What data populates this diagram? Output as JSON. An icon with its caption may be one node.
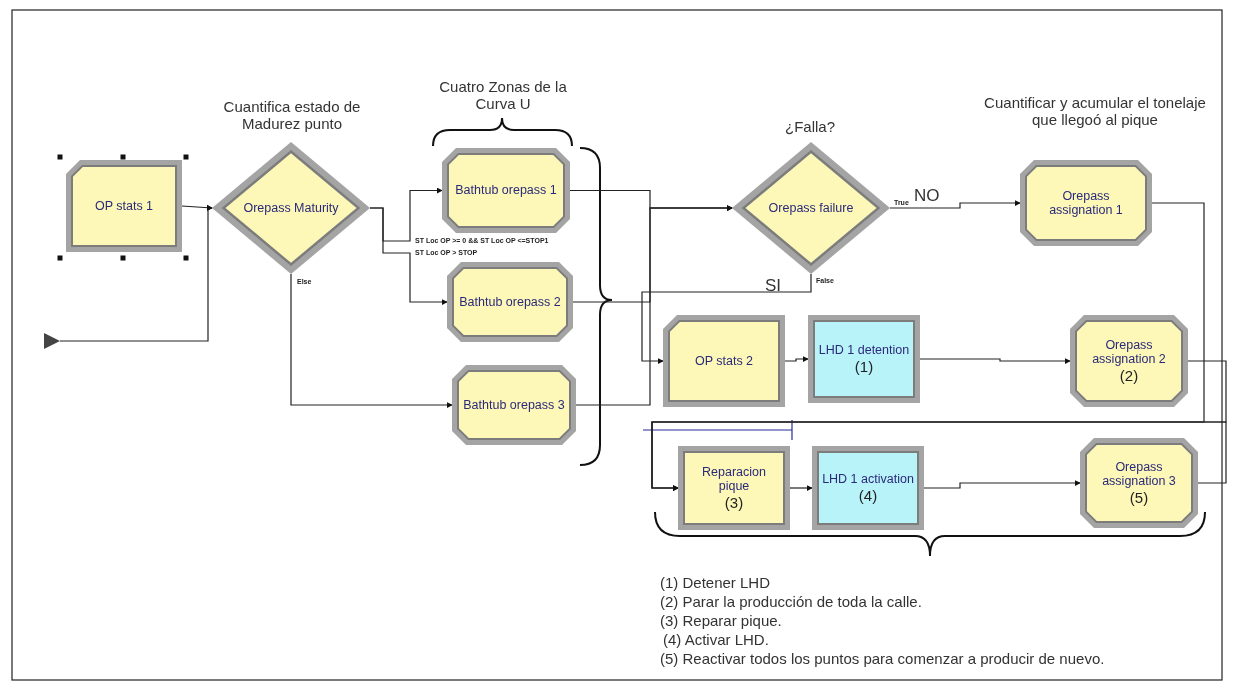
{
  "diagram": {
    "nodes": [
      {
        "text": [
          "OP stats 1"
        ]
      },
      {
        "text": [
          "Orepass Maturity"
        ],
        "beside": [
          "Cuantifica estado de Madurez punto"
        ]
      },
      {
        "text": [
          "Bathtub orepass 1"
        ]
      },
      {
        "text": [
          "Bathtub orepass 2"
        ]
      },
      {
        "text": [
          "Bathtub orepass 3"
        ]
      },
      {
        "text": [
          "Orepass failure"
        ],
        "beside": [
          "¿Falla?"
        ]
      },
      {
        "text": [
          "Orepass assignation 1"
        ],
        "beside": [
          "Cuantificar y acumular el tonelaje que llegoó al pique"
        ]
      },
      {
        "text": [
          "OP stats 2"
        ]
      },
      {
        "text": [
          "LHD 1 detention",
          "(1)"
        ]
      },
      {
        "text": [
          "Orepass assignation 2",
          "(2)"
        ]
      },
      {
        "text": [
          "Reparacion pique",
          "(3)"
        ]
      },
      {
        "text": [
          "LHD 1 activation",
          "(4)"
        ]
      },
      {
        "text": [
          "Orepass assignation 3",
          "(5)"
        ]
      },
      {
        "text": [],
        "shape": "triangle"
      }
    ],
    "edges": [
      {
        "from": 0,
        "to": 1,
        "arrow": "to"
      },
      {
        "from": 13,
        "to": 1,
        "arrow": "to"
      },
      {
        "from": 1,
        "to": 2,
        "arrow": "to",
        "label": "ST Loc OP >= 0 && ST Loc OP <=STOP1"
      },
      {
        "from": 1,
        "to": 3,
        "arrow": "to",
        "label": "ST Loc OP > STOP"
      },
      {
        "from": 1,
        "to": 4,
        "arrow": "to",
        "label": "Else"
      },
      {
        "from": 2,
        "to": 5,
        "arrow": "to"
      },
      {
        "from": 3,
        "to": 5,
        "arrow": "to"
      },
      {
        "from": 4,
        "to": 5,
        "arrow": "to"
      },
      {
        "from": 5,
        "to": 6,
        "arrow": "to",
        "label": "True"
      },
      {
        "from": 5,
        "to": 7,
        "arrow": "to",
        "label": "False"
      },
      {
        "from": 7,
        "to": 8,
        "arrow": "to"
      },
      {
        "from": 8,
        "to": 9,
        "arrow": "to"
      },
      {
        "from": 6,
        "to": 10,
        "arrow": "to"
      },
      {
        "from": 9,
        "to": 10,
        "arrow": "to"
      },
      {
        "from": 12,
        "to": 10,
        "arrow": "to"
      },
      {
        "from": 10,
        "to": 11,
        "arrow": "to"
      },
      {
        "from": 11,
        "to": 12,
        "arrow": "to"
      }
    ],
    "labels": [
      "Cuatro Zonas de la Curva U",
      "NO",
      "SI",
      "(1) Detener LHD",
      "(2) Parar la producción de toda la calle.",
      "(3) Reparar pique.",
      "(4) Activar LHD.",
      "(5) Reactivar todos los puntos para comenzar a producir de nuevo."
    ]
  }
}
